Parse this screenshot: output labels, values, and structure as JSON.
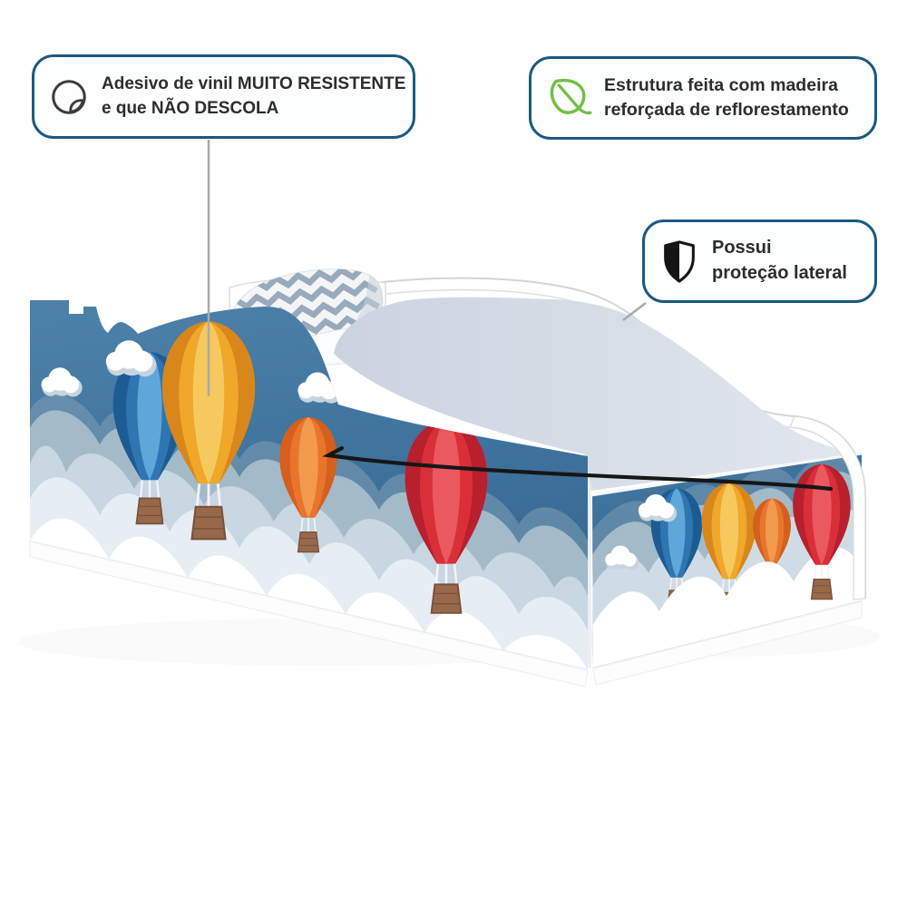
{
  "callouts": [
    {
      "id": "vinyl",
      "icon": "sticker-icon",
      "lines": [
        "Adesivo de vinil MUITO RESISTENTE",
        "e que NÃO DESCOLA"
      ]
    },
    {
      "id": "wood",
      "icon": "leaf-icon",
      "lines": [
        "Estrutura feita com madeira",
        "reforçada de reflorestamento"
      ]
    },
    {
      "id": "side-protection",
      "icon": "shield-icon",
      "lines": [
        "Possui",
        "proteção lateral"
      ]
    }
  ],
  "colors": {
    "callout_border": "#1b5a80",
    "callout_background": "#fdfeff",
    "text": "#2d2d2d",
    "leaf_green": "#72bf44",
    "icon_dark": "#3c3c3c",
    "sky_blue": "#44789f",
    "balloon_blue": "#2e76b1",
    "balloon_yellow": "#f0a72a",
    "balloon_orange": "#e9752c",
    "balloon_red": "#d92f38",
    "basket_brown": "#97684a",
    "mattress_gray": "#d6dce6",
    "bed_white": "#ffffff",
    "connector_gray": "#a9a9a9",
    "annotation_black": "#161616"
  }
}
